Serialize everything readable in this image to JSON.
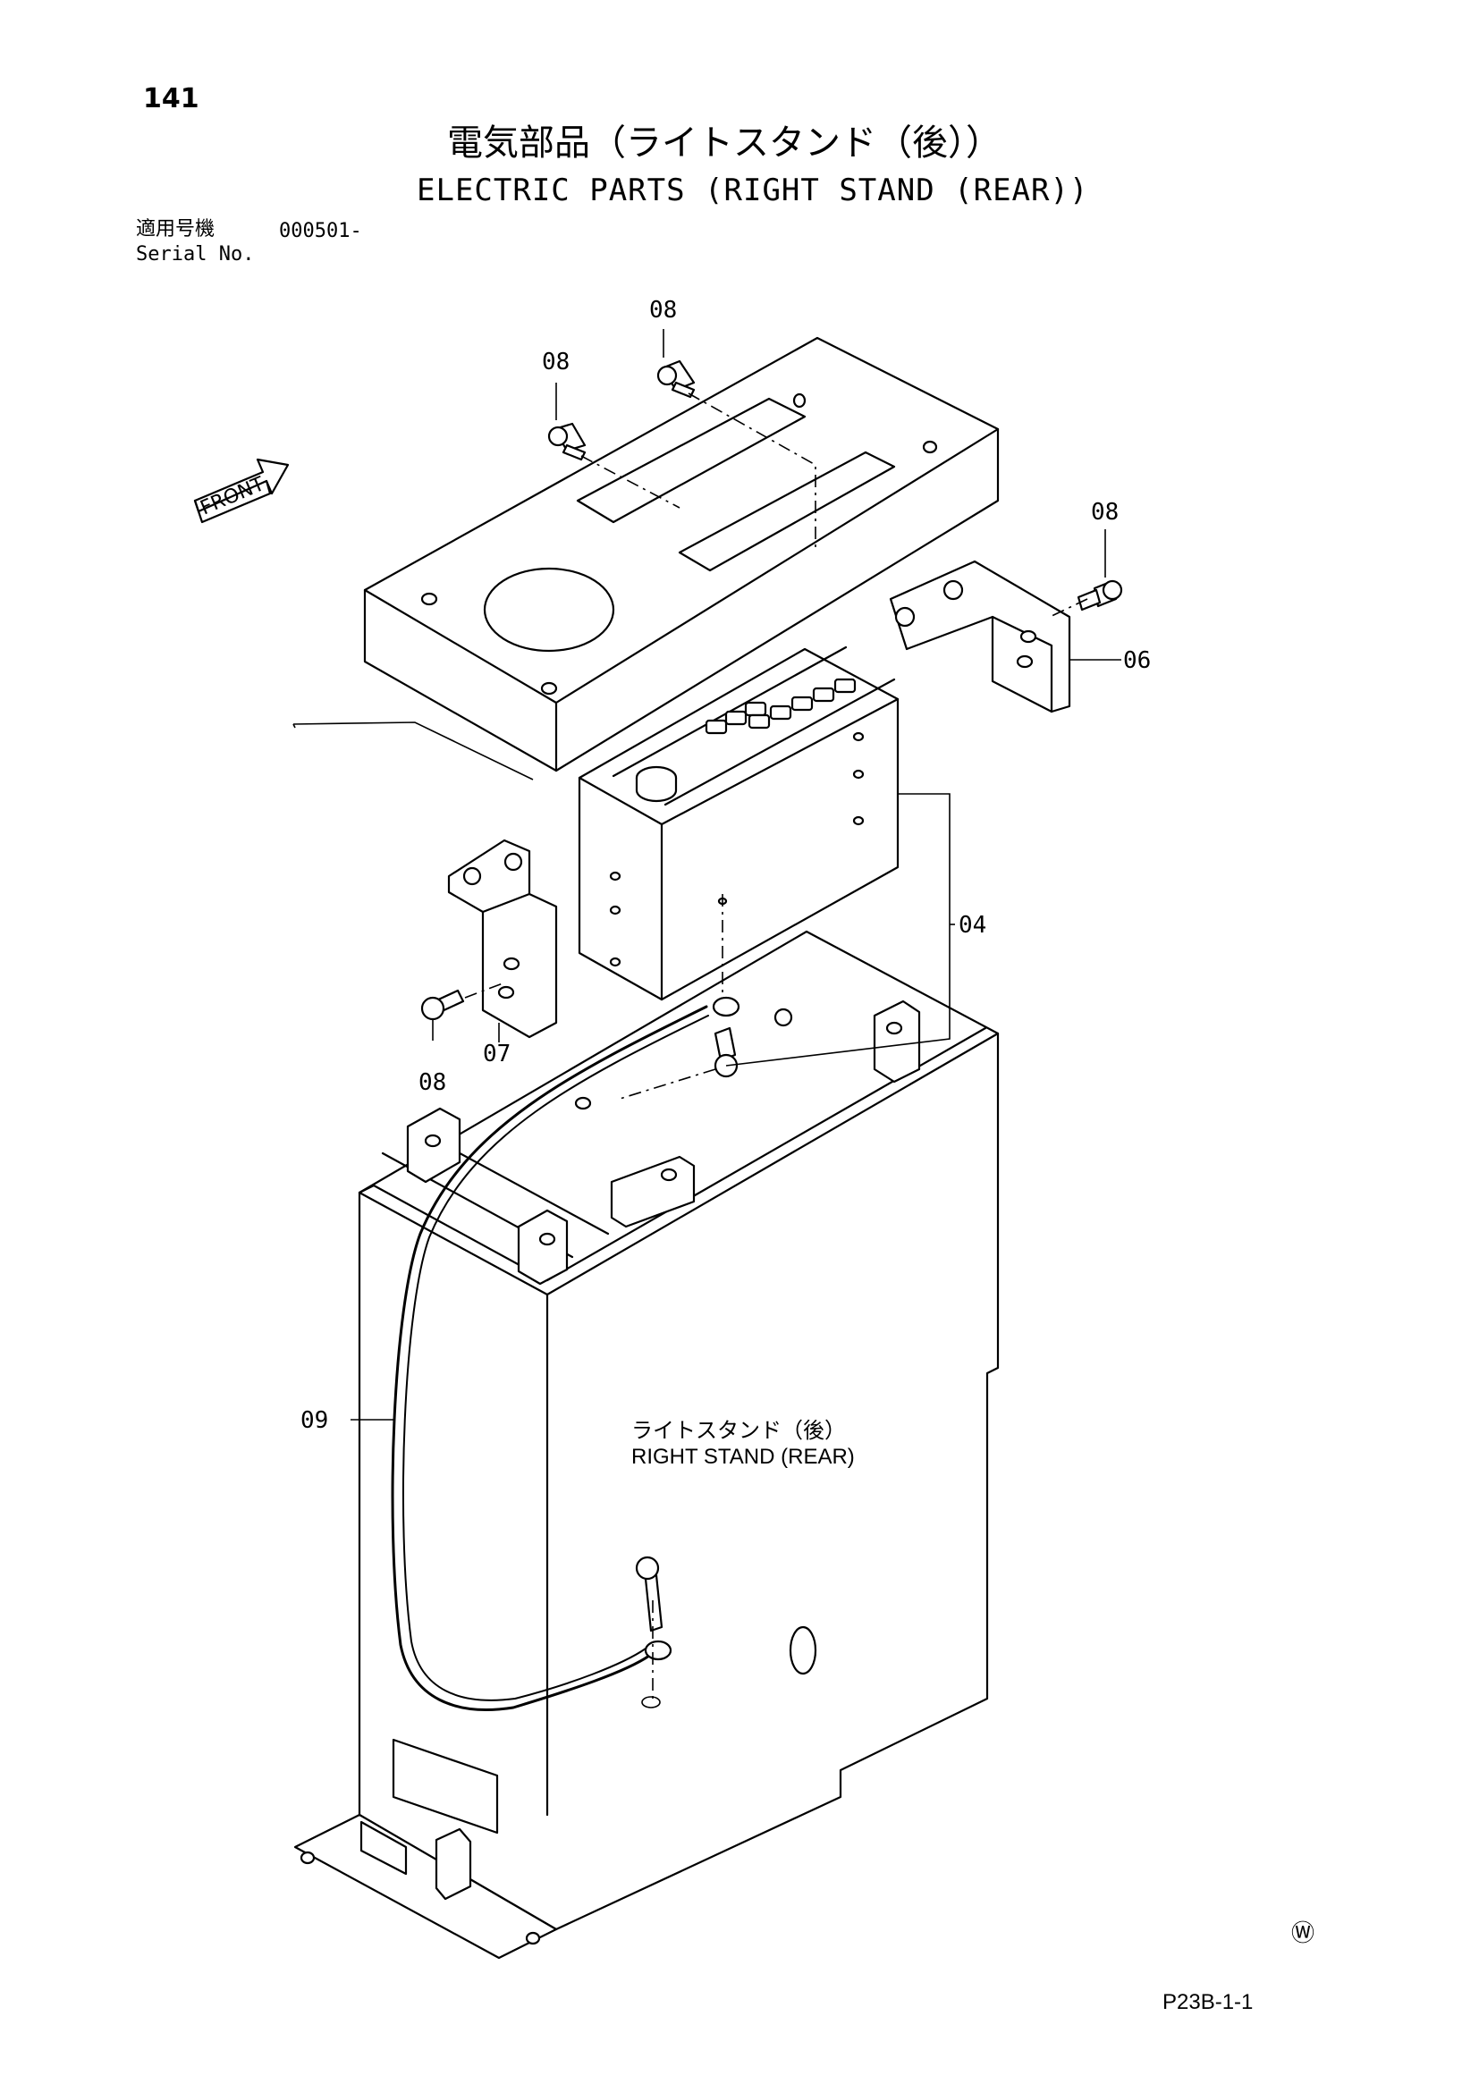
{
  "page_number": "141",
  "title_jp": "電気部品（ライトスタンド（後））",
  "title_en": "ELECTRIC PARTS (RIGHT STAND (REAR))",
  "serial": {
    "label_jp": "適用号機",
    "value": "000501-",
    "label_en": "Serial No."
  },
  "direction_label": "FRONT",
  "callouts": {
    "c08_top": "08",
    "c08_left": "08",
    "c08_right": "08",
    "c08_bottom": "08",
    "c06": "06",
    "c04": "04",
    "c07": "07",
    "c09": "09"
  },
  "stand_label": {
    "jp": "ライトスタンド（後）",
    "en": "RIGHT STAND (REAR)"
  },
  "watermark_symbol": "Ⓦ",
  "page_ref": "P23B-1-1"
}
